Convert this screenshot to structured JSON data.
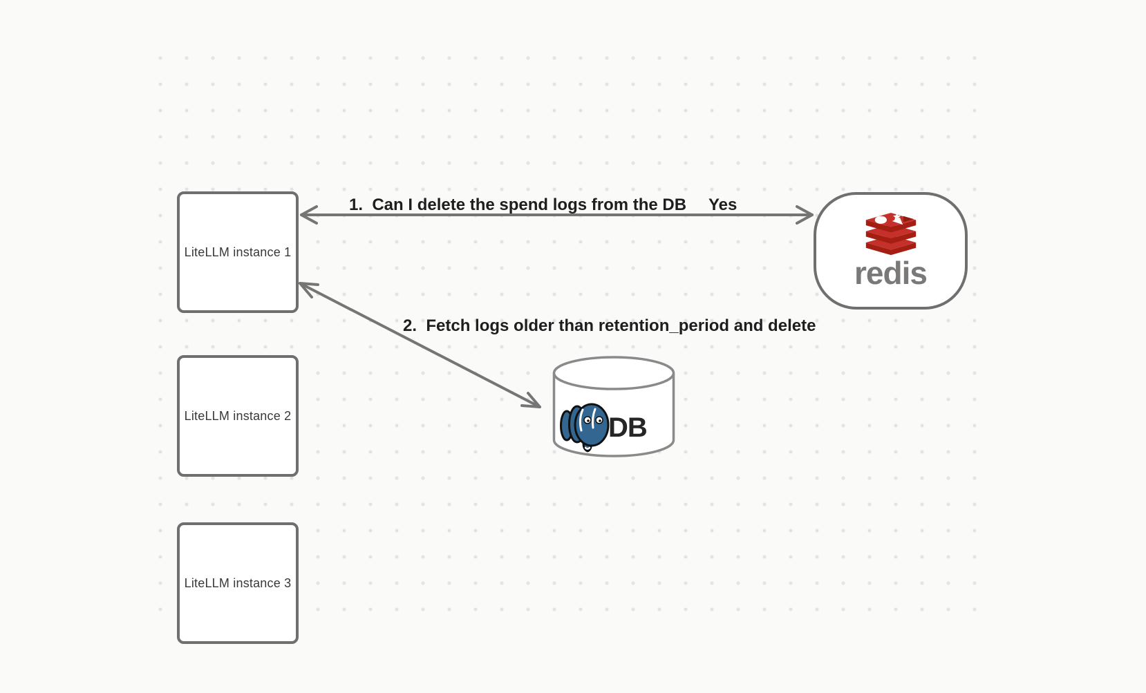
{
  "diagram": {
    "background_color": "#fafaf9",
    "grid": "dotted",
    "stroke_color": "#757575",
    "nodes": {
      "instances": [
        {
          "label": "LiteLLM instance 1"
        },
        {
          "label": "LiteLLM instance 2"
        },
        {
          "label": "LiteLLM instance 3"
        }
      ],
      "redis": {
        "wordmark": "redis",
        "icon": "redis-stack-logo",
        "logo_red": "#C6302B",
        "logo_dark_red": "#A41E11",
        "wordmark_color": "#7b7878"
      },
      "db": {
        "label": "DB",
        "icon": "postgresql-elephant-logo",
        "postgres_blue": "#336791"
      }
    },
    "arrows": [
      {
        "label": "1.  Can I delete the spend logs from the DB",
        "response_label": "Yes",
        "endpoints": [
          "LiteLLM instance 1",
          "redis"
        ],
        "heads": "both"
      },
      {
        "label": "2.  Fetch logs older than retention_period and delete",
        "endpoints": [
          "LiteLLM instance 1",
          "DB"
        ],
        "heads": "both"
      }
    ]
  }
}
